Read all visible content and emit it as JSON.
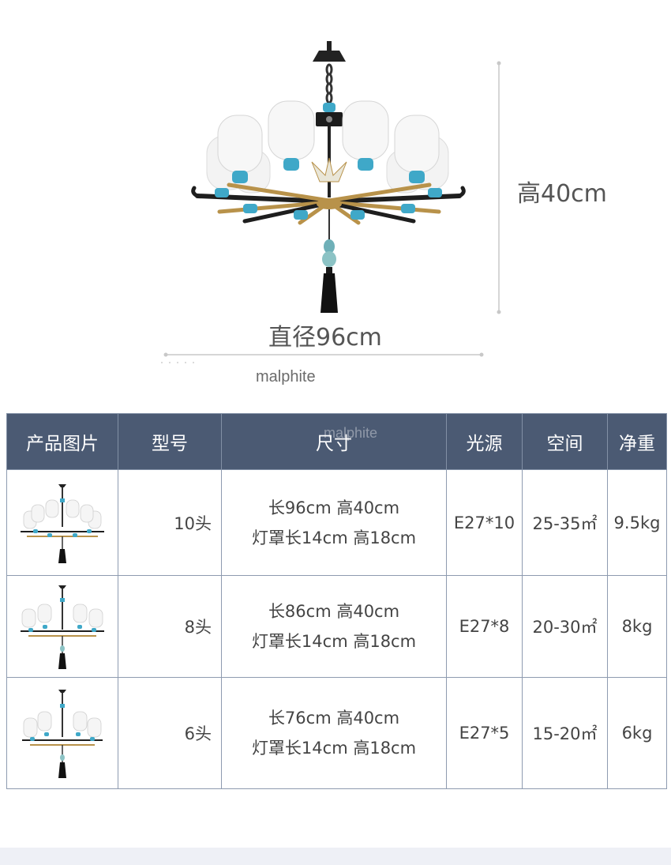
{
  "dimensions": {
    "height": "高40cm",
    "diameter": "直径96cm"
  },
  "watermarks": {
    "top": "malphite",
    "table": "malphite"
  },
  "table": {
    "headers": [
      "产品图片",
      "型号",
      "尺寸",
      "光源",
      "空间",
      "净重"
    ],
    "rows": [
      {
        "model": "10头",
        "size_line1": "长96cm  高40cm",
        "size_line2": "灯罩长14cm  高18cm",
        "source": "E27*10",
        "space": "25-35㎡",
        "weight": "9.5kg"
      },
      {
        "model": "8头",
        "size_line1": "长86cm  高40cm",
        "size_line2": "灯罩长14cm  高18cm",
        "source": "E27*8",
        "space": "20-30㎡",
        "weight": "8kg"
      },
      {
        "model": "6头",
        "size_line1": "长76cm   高40cm",
        "size_line2": "灯罩长14cm  高18cm",
        "source": "E27*5",
        "space": "15-20㎡",
        "weight": "6kg"
      }
    ]
  },
  "colors": {
    "header_bg": "#4b5a73",
    "accent_blue": "#3fa8c8",
    "gold": "#b8924a"
  }
}
